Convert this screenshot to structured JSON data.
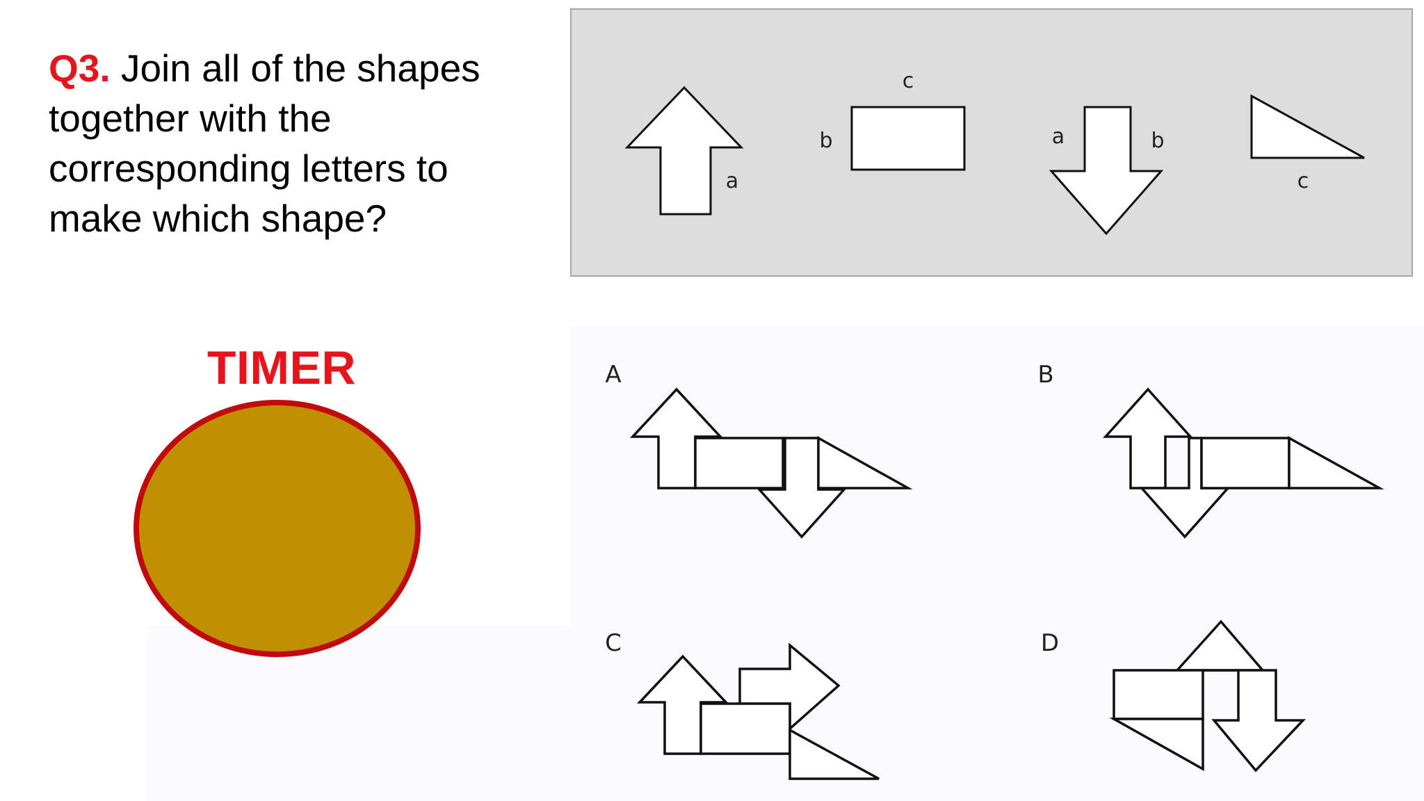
{
  "question": {
    "number": "Q3.",
    "text": "Join all of the shapes together with the corresponding letters to make which shape?"
  },
  "timer": {
    "label": "TIMER",
    "fill_color": "#c19000",
    "border_color": "#c10a0c"
  },
  "pieces": {
    "up_arrow_label": "a",
    "rectangle_side_label": "b",
    "rectangle_top_label": "c",
    "down_arrow_left_label": "a",
    "down_arrow_right_label": "b",
    "triangle_label": "c"
  },
  "options": [
    {
      "letter": "A"
    },
    {
      "letter": "B"
    },
    {
      "letter": "C"
    },
    {
      "letter": "D"
    }
  ],
  "colors": {
    "accent_red": "#e8141b",
    "panel_gray": "#dddddd"
  }
}
